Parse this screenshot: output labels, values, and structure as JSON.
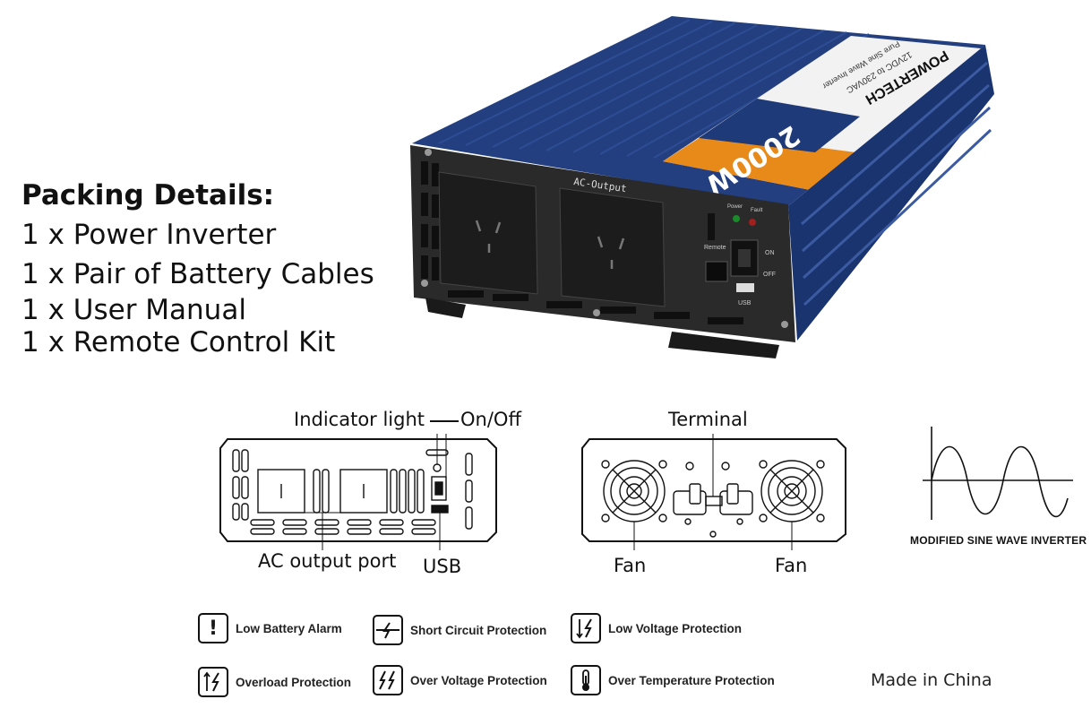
{
  "packing": {
    "title": "Packing Details:",
    "items": [
      "1 x Power Inverter",
      "1 x Pair of Battery Cables",
      "1 x User Manual",
      "1 x Remote Control Kit"
    ]
  },
  "product": {
    "brand": "POWERTECH",
    "wattage": "2000W",
    "subtitle_1": "12VDC to 230VAC",
    "subtitle_2": "Pure Sine Wave Inverter",
    "ac_output_label": "AC-Output",
    "remote_label": "Remote",
    "power_label": "Power",
    "fault_label": "Fault",
    "on_label": "ON",
    "off_label": "OFF",
    "usb_label": "USB",
    "body_color": "#1f3a78",
    "accent_color": "#e88a1a"
  },
  "front_diagram": {
    "indicator_label": "Indicator light",
    "onoff_label": "On/Off",
    "ac_port_label": "AC output port",
    "usb_label": "USB"
  },
  "back_diagram": {
    "terminal_label": "Terminal",
    "fan_left_label": "Fan",
    "fan_right_label": "Fan"
  },
  "waveform": {
    "caption": "MODIFIED SINE WAVE INVERTER"
  },
  "features": [
    {
      "label": "Low Battery Alarm",
      "icon": "exclamation-icon"
    },
    {
      "label": "Short Circuit Protection",
      "icon": "short-circuit-icon"
    },
    {
      "label": "Low Voltage Protection",
      "icon": "low-voltage-icon"
    },
    {
      "label": "Overload Protection",
      "icon": "overload-icon"
    },
    {
      "label": "Over Voltage Protection",
      "icon": "over-voltage-icon"
    },
    {
      "label": "Over Temperature Protection",
      "icon": "thermometer-icon"
    }
  ],
  "made_in": "Made in China"
}
